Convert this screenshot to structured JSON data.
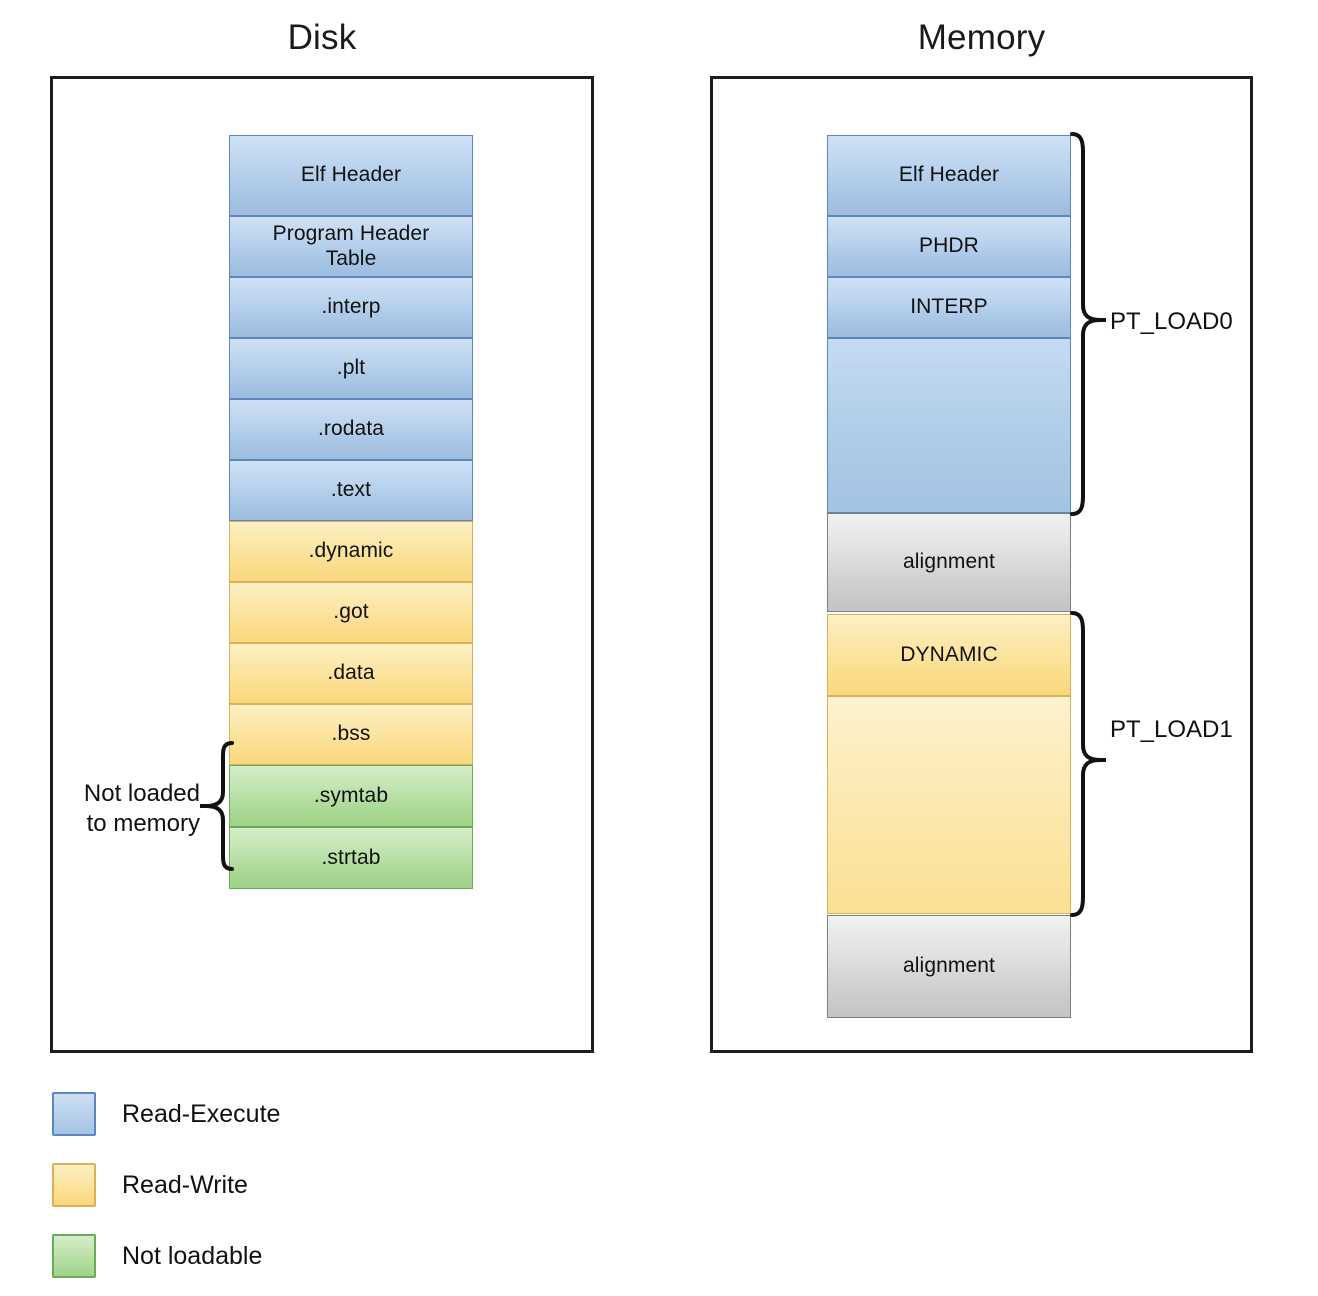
{
  "diagram": {
    "title_disk": "Disk",
    "title_memory": "Memory"
  },
  "disk": {
    "blocks": [
      {
        "label": "Elf Header",
        "kind": "Read-Execute"
      },
      {
        "label": "Program Header\nTable",
        "kind": "Read-Execute"
      },
      {
        "label": ".interp",
        "kind": "Read-Execute"
      },
      {
        "label": ".plt",
        "kind": "Read-Execute"
      },
      {
        "label": ".rodata",
        "kind": "Read-Execute"
      },
      {
        "label": ".text",
        "kind": "Read-Execute"
      },
      {
        "label": ".dynamic",
        "kind": "Read-Write"
      },
      {
        "label": ".got",
        "kind": "Read-Write"
      },
      {
        "label": ".data",
        "kind": "Read-Write"
      },
      {
        "label": ".bss",
        "kind": "Read-Write"
      },
      {
        "label": ".symtab",
        "kind": "Not loadable"
      },
      {
        "label": ".strtab",
        "kind": "Not loadable"
      }
    ],
    "annotation": "Not loaded\nto memory"
  },
  "memory": {
    "blocks": [
      {
        "label": "Elf Header",
        "kind": "Read-Execute"
      },
      {
        "label": "PHDR",
        "kind": "Read-Execute"
      },
      {
        "label": "INTERP",
        "kind": "Read-Execute"
      },
      {
        "label": "",
        "kind": "Read-Execute"
      },
      {
        "label": "alignment",
        "kind": "Alignment"
      },
      {
        "label": "DYNAMIC",
        "kind": "Read-Write"
      },
      {
        "label": "",
        "kind": "Read-Write"
      },
      {
        "label": "alignment",
        "kind": "Alignment"
      }
    ],
    "segments": [
      {
        "label": "PT_LOAD0"
      },
      {
        "label": "PT_LOAD1"
      }
    ]
  },
  "legend": {
    "items": [
      {
        "label": "Read-Execute",
        "color": "#b4cfea"
      },
      {
        "label": "Read-Write",
        "color": "#fbe1a0"
      },
      {
        "label": "Not loadable",
        "color": "#b5dfa4"
      }
    ]
  }
}
